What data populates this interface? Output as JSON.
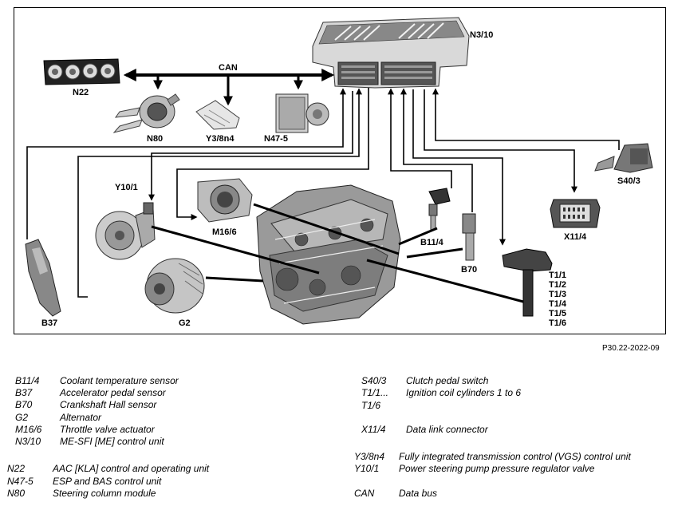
{
  "diagram": {
    "labels": {
      "n3_10": "N3/10",
      "can": "CAN",
      "n22": "N22",
      "n80": "N80",
      "y3_8n4": "Y3/8n4",
      "n47_5": "N47-5",
      "s40_3": "S40/3",
      "x11_4": "X11/4",
      "y10_1": "Y10/1",
      "m16_6": "M16/6",
      "b11_4": "B11/4",
      "b70": "B70",
      "t1_1": "T1/1",
      "t1_2": "T1/2",
      "t1_3": "T1/3",
      "t1_4": "T1/4",
      "t1_5": "T1/5",
      "t1_6": "T1/6",
      "b37": "B37",
      "g2": "G2"
    },
    "reference_code": "P30.22-2022-09"
  },
  "legend": {
    "items": [
      {
        "code": "B11/4",
        "desc": "Coolant temperature sensor"
      },
      {
        "code": "B37",
        "desc": "Accelerator pedal sensor"
      },
      {
        "code": "B70",
        "desc": "Crankshaft Hall sensor"
      },
      {
        "code": "G2",
        "desc": "Alternator"
      },
      {
        "code": "M16/6",
        "desc": "Throttle valve actuator"
      },
      {
        "code": "N3/10",
        "desc": "ME-SFI [ME] control unit"
      },
      {
        "code": "N22",
        "desc": "AAC [KLA] control and operating unit"
      },
      {
        "code": "N47-5",
        "desc": "ESP and BAS control unit"
      },
      {
        "code": "N80",
        "desc": "Steering column module"
      },
      {
        "code": "S40/3",
        "desc": "Clutch pedal switch"
      },
      {
        "code": "T1/1...",
        "desc": "Ignition coil cylinders 1 to 6"
      },
      {
        "code": "T1/6",
        "desc": ""
      },
      {
        "code": "X11/4",
        "desc": "Data link connector"
      },
      {
        "code": "Y3/8n4",
        "desc": "Fully integrated transmission control (VGS) control unit"
      },
      {
        "code": "Y10/1",
        "desc": "Power steering pump pressure regulator valve"
      },
      {
        "code": "CAN",
        "desc": "Data bus"
      }
    ]
  }
}
